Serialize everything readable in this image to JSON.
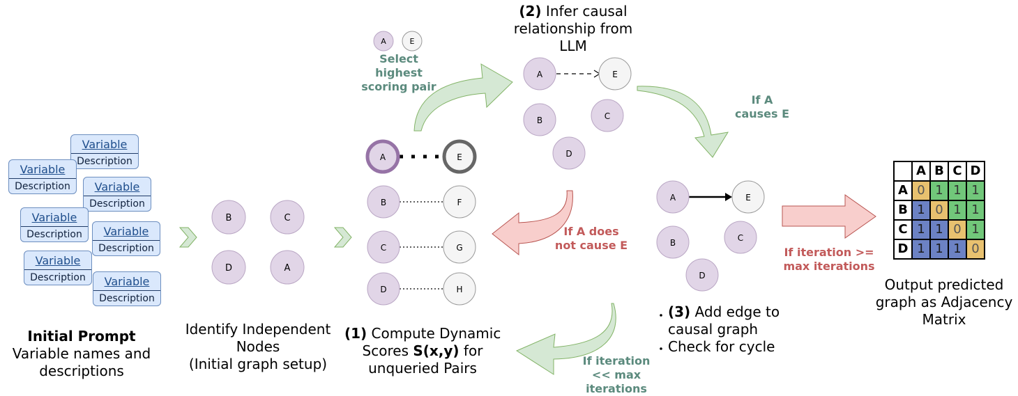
{
  "cards": [
    {
      "variable": "Variable",
      "description": "Description"
    },
    {
      "variable": "Variable",
      "description": "Description"
    },
    {
      "variable": "Variable",
      "description": "Description"
    },
    {
      "variable": "Variable",
      "description": "Description"
    },
    {
      "variable": "Variable",
      "description": "Description"
    },
    {
      "variable": "Variable",
      "description": "Description"
    },
    {
      "variable": "Variable",
      "description": "Description"
    }
  ],
  "initial_prompt": {
    "title": "Initial Prompt",
    "line1": "Variable names and",
    "line2": "descriptions"
  },
  "stage_independent": {
    "line1": "Identify Independent",
    "line2": "Nodes",
    "line3": "(Initial graph setup)"
  },
  "stage_compute": {
    "num": "(1)",
    "line1_rest": " Compute Dynamic",
    "line2_a": "Scores ",
    "line2_b": "S(x,y)",
    "line2_c": " for",
    "line3": "unqueried Pairs"
  },
  "stage_infer": {
    "num": "(2)",
    "line1_rest": " Infer causal",
    "line2": "relationship from",
    "line3": "LLM"
  },
  "stage_add": {
    "num": "(3)",
    "line1_rest": " Add edge to",
    "line2": "causal graph",
    "line3": "Check for cycle"
  },
  "output": {
    "line1": "Output predicted",
    "line2": "graph as  Adjacency",
    "line3": "Matrix"
  },
  "labels": {
    "select": [
      "Select",
      "highest",
      "scoring pair"
    ],
    "causes": [
      "If A",
      "causes E"
    ],
    "not_causes": [
      "If A does",
      "not cause E"
    ],
    "iteration_ge": [
      "If iteration >=",
      "max iterations"
    ],
    "iteration_lt": [
      "If iteration",
      "<< max",
      "iterations"
    ]
  },
  "nodes": {
    "A": "A",
    "B": "B",
    "C": "C",
    "D": "D",
    "E": "E",
    "F": "F",
    "G": "G",
    "H": "H"
  },
  "matrix": {
    "headers": [
      "A",
      "B",
      "C",
      "D"
    ],
    "rows": [
      {
        "label": "A",
        "values": [
          "0",
          "1",
          "1",
          "1"
        ]
      },
      {
        "label": "B",
        "values": [
          "1",
          "0",
          "1",
          "1"
        ]
      },
      {
        "label": "C",
        "values": [
          "1",
          "1",
          "0",
          "1"
        ]
      },
      {
        "label": "D",
        "values": [
          "1",
          "1",
          "1",
          "0"
        ]
      }
    ]
  },
  "colors": {
    "purple_node": "#e1d5e7",
    "grey_node": "#f5f5f5",
    "green_arrow": "#d5e8d4",
    "red_arrow": "#f8cecc",
    "card": "#dae8fc"
  }
}
